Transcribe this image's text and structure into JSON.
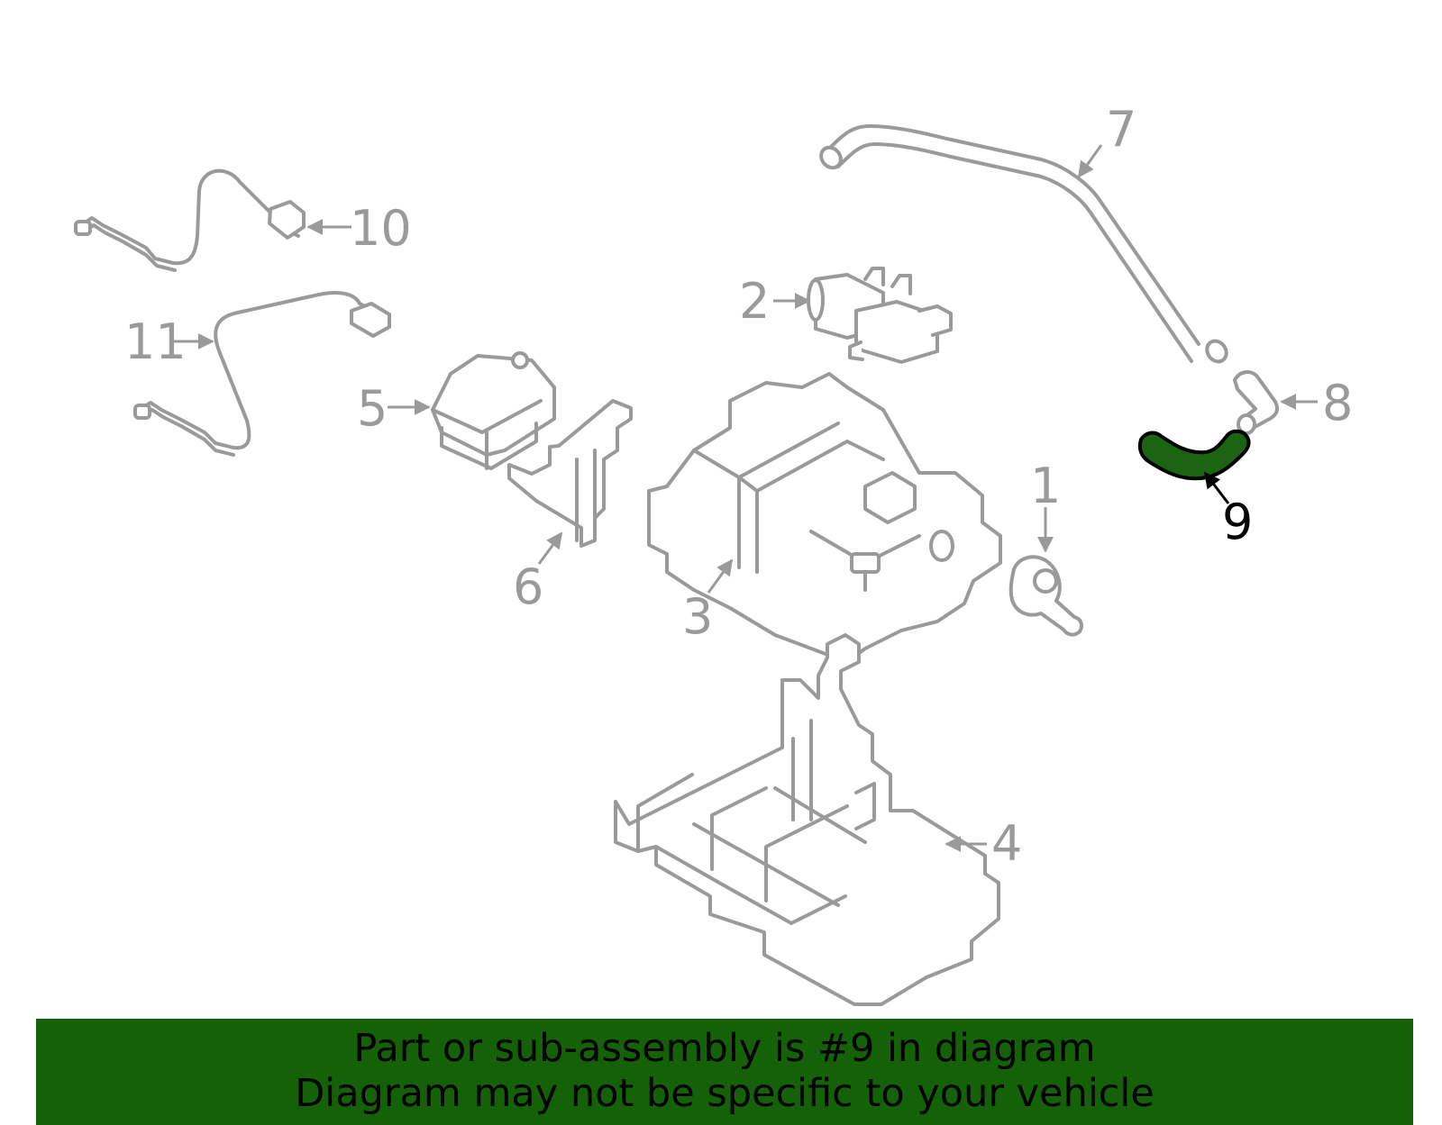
{
  "diagram": {
    "highlight_color": "#156108",
    "part_color": "#9a9a9a",
    "callouts": {
      "c1": "1",
      "c2": "2",
      "c3": "3",
      "c4": "4",
      "c5": "5",
      "c6": "6",
      "c7": "7",
      "c8": "8",
      "c9": "9",
      "c10": "10",
      "c11": "11"
    },
    "highlighted_part": "9"
  },
  "banner": {
    "line1": "Part or sub-assembly is #9 in diagram",
    "line2": "Diagram may not be specific to your vehicle"
  }
}
